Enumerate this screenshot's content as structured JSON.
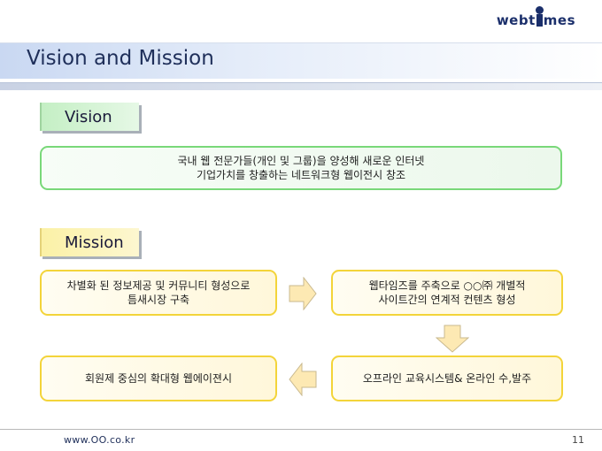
{
  "logo": {
    "text_before": "webt",
    "text_after": "mes"
  },
  "page_title": "Vision and Mission",
  "vision": {
    "label": "Vision",
    "lines": [
      "국내 웹 전문가들(개인 및 그룹)을 양성해  새로운 인터넷",
      "기업가치를 창출하는 네트워크형 웹이전시 창조"
    ]
  },
  "mission": {
    "label": "Mission",
    "steps": [
      {
        "lines": [
          "차별화 된 정보제공 및 커뮤니티 형성으로",
          "틈새시장 구축"
        ]
      },
      {
        "lines": [
          "웹타임즈를 주축으로 ○○㈜ 개별적",
          "사이트간의 연계적 컨텐츠 형성"
        ]
      },
      {
        "lines": [
          "오프라인 교육시스템& 온라인 수,발주"
        ]
      },
      {
        "lines": [
          "회원제 중심의 확대형 웹에이젼시"
        ]
      }
    ]
  },
  "footer": {
    "url": "www.OO.co.kr",
    "page_number": "11"
  },
  "colors": {
    "vision_border": "#79d879",
    "mission_border": "#f3d43a",
    "arrow_fill": "#fde9b3",
    "title_text": "#1f2f5a"
  }
}
